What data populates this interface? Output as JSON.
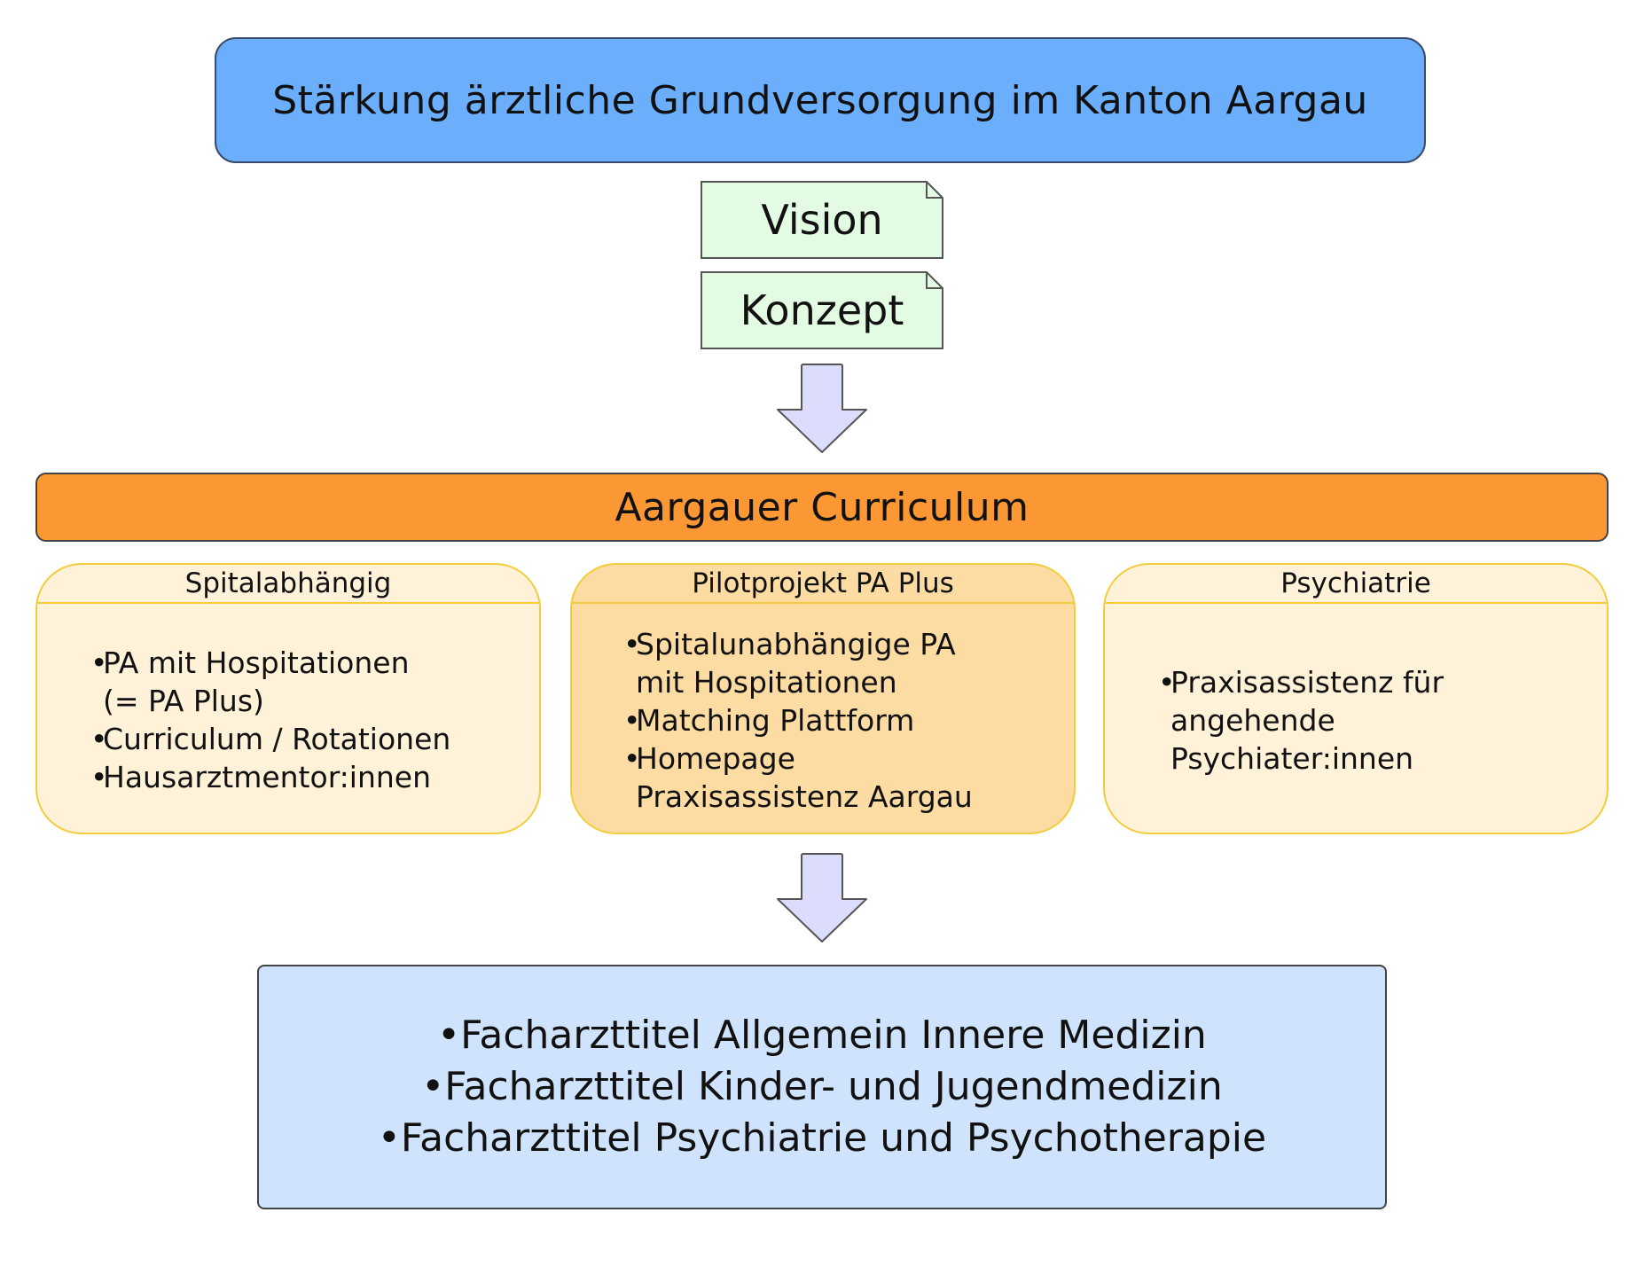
{
  "top": {
    "title": "Stärkung ärztliche Grundversorgung im Kanton Aargau"
  },
  "notes": {
    "vision": "Vision",
    "konzept": "Konzept"
  },
  "curriculum": {
    "title": "Aargauer Curriculum"
  },
  "cards": [
    {
      "title": "Spitalabhängig",
      "items": [
        "PA mit Hospitationen",
        "(= PA Plus)",
        "Curriculum / Rotationen",
        "Hausarztmentor:innen"
      ]
    },
    {
      "title": "Pilotprojekt PA Plus",
      "items": [
        "Spitalunabhängige PA",
        "mit Hospitationen",
        "Matching Plattform",
        "Homepage",
        "Praxisassistenz Aargau"
      ]
    },
    {
      "title": "Psychiatrie",
      "items": [
        "Praxisassistenz für",
        "angehende",
        "Psychiater:innen"
      ]
    }
  ],
  "outcomes": {
    "items": [
      "Facharzttitel Allgemein Innere Medizin",
      "Facharzttitel Kinder- und Jugendmedizin",
      "Facharzttitel Psychiatrie und Psychotherapie"
    ]
  },
  "colors": {
    "top_fill": "#6aaefc",
    "note_fill": "#e3fbe2",
    "arrow_fill": "#dcddfd",
    "curriculum_fill": "#fb9834",
    "card_fill": "#fff2d8",
    "card_highlight_fill": "#fddca4",
    "card_border": "#f3cc3e",
    "bottom_fill": "#cfe3fd"
  }
}
